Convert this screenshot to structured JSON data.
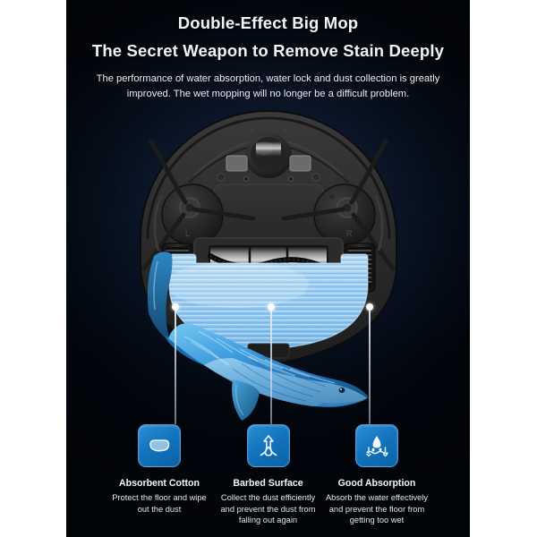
{
  "panel": {
    "background_color": "#050d1a",
    "accent_color": "#1273bc"
  },
  "header": {
    "title_line1": "Double-Effect Big Mop",
    "title_line2": "The Secret Weapon to Remove Stain Deeply",
    "subtitle": "The performance of water absorption, water lock and dust collection is greatly improved. The wet mopping will no longer be a difficult problem."
  },
  "product": {
    "name": "robot-vacuum-underside",
    "mop_pad_color": "#8fc4ef",
    "body_color": "#2e2e2e"
  },
  "features": [
    {
      "icon": "cotton-pad-icon",
      "title": "Absorbent Cotton",
      "description": "Protect the floor and wipe out the dust"
    },
    {
      "icon": "barbed-surface-icon",
      "title": "Barbed Surface",
      "description": "Collect the dust efficiently and prevent the dust from falling out again"
    },
    {
      "icon": "water-absorption-icon",
      "title": "Good Absorption",
      "description": "Absorb the water effectively and prevent the floor from getting too wet"
    }
  ]
}
